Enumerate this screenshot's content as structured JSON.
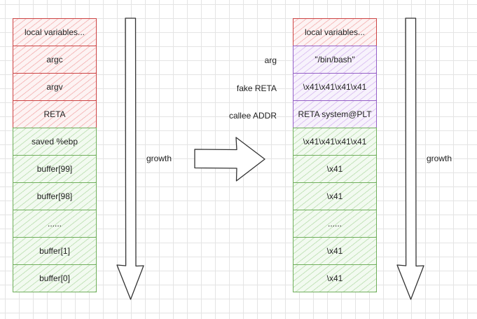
{
  "left_stack": {
    "cells": [
      {
        "label": "local variables...",
        "color": "red"
      },
      {
        "label": "argc",
        "color": "red"
      },
      {
        "label": "argv",
        "color": "red"
      },
      {
        "label": "RETA",
        "color": "red"
      },
      {
        "label": "saved %ebp",
        "color": "green"
      },
      {
        "label": "buffer[99]",
        "color": "green"
      },
      {
        "label": "buffer[98]",
        "color": "green"
      },
      {
        "label": "......",
        "color": "green"
      },
      {
        "label": "buffer[1]",
        "color": "green"
      },
      {
        "label": "buffer[0]",
        "color": "green"
      }
    ],
    "growth_label": "growth"
  },
  "right_stack": {
    "cells": [
      {
        "label": "local variables...",
        "color": "red"
      },
      {
        "label": "\"/bin/bash\"",
        "color": "purple"
      },
      {
        "label": "\\x41\\x41\\x41\\x41",
        "color": "purple"
      },
      {
        "label": "RETA system@PLT",
        "color": "purple"
      },
      {
        "label": "\\x41\\x41\\x41\\x41",
        "color": "green"
      },
      {
        "label": "\\x41",
        "color": "green"
      },
      {
        "label": "\\x41",
        "color": "green"
      },
      {
        "label": "......",
        "color": "green"
      },
      {
        "label": "\\x41",
        "color": "green"
      },
      {
        "label": "\\x41",
        "color": "green"
      }
    ],
    "side_labels": [
      "arg",
      "fake RETA",
      "callee ADDR"
    ],
    "growth_label": "growth"
  },
  "colors": {
    "red_border": "#cc4444",
    "purple_border": "#9460c6",
    "green_border": "#6fae5b",
    "arrow_stroke": "#333333"
  },
  "icons": [
    "down-arrow-icon",
    "right-arrow-icon"
  ]
}
